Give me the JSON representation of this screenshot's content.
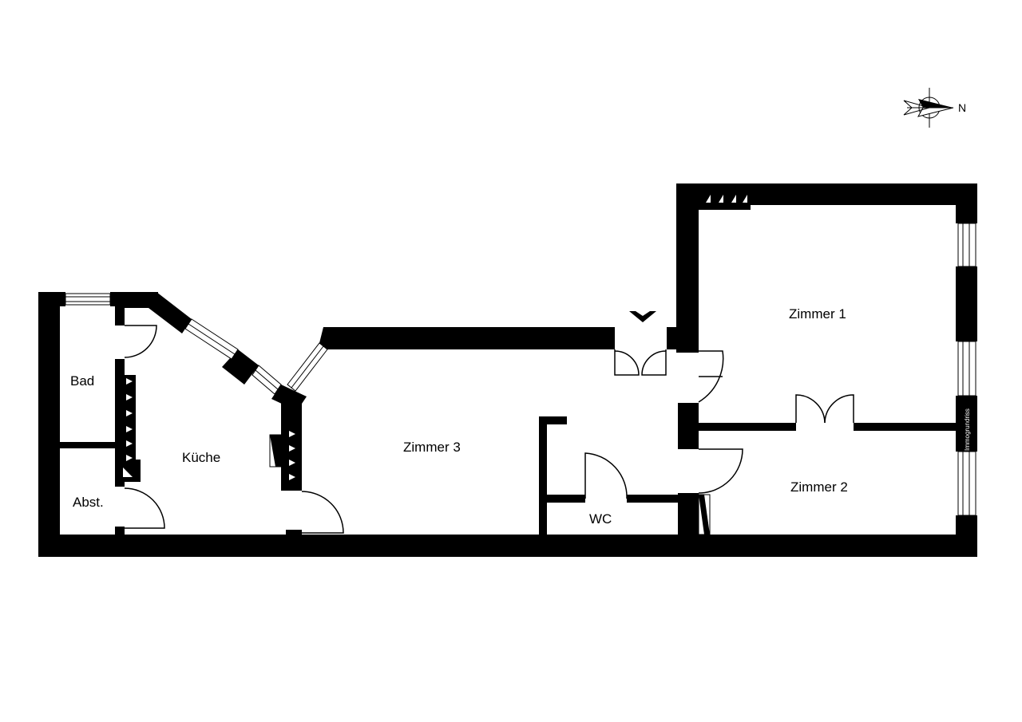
{
  "rooms": {
    "bad": "Bad",
    "abst": "Abst.",
    "kueche": "Küche",
    "zimmer3": "Zimmer 3",
    "wc": "WC",
    "zimmer1": "Zimmer 1",
    "zimmer2": "Zimmer 2"
  },
  "compass": {
    "north_label": "N",
    "icon": "compass-icon"
  },
  "watermark": "Immogrundriss",
  "colors": {
    "wall": "#000000",
    "background": "#ffffff"
  }
}
